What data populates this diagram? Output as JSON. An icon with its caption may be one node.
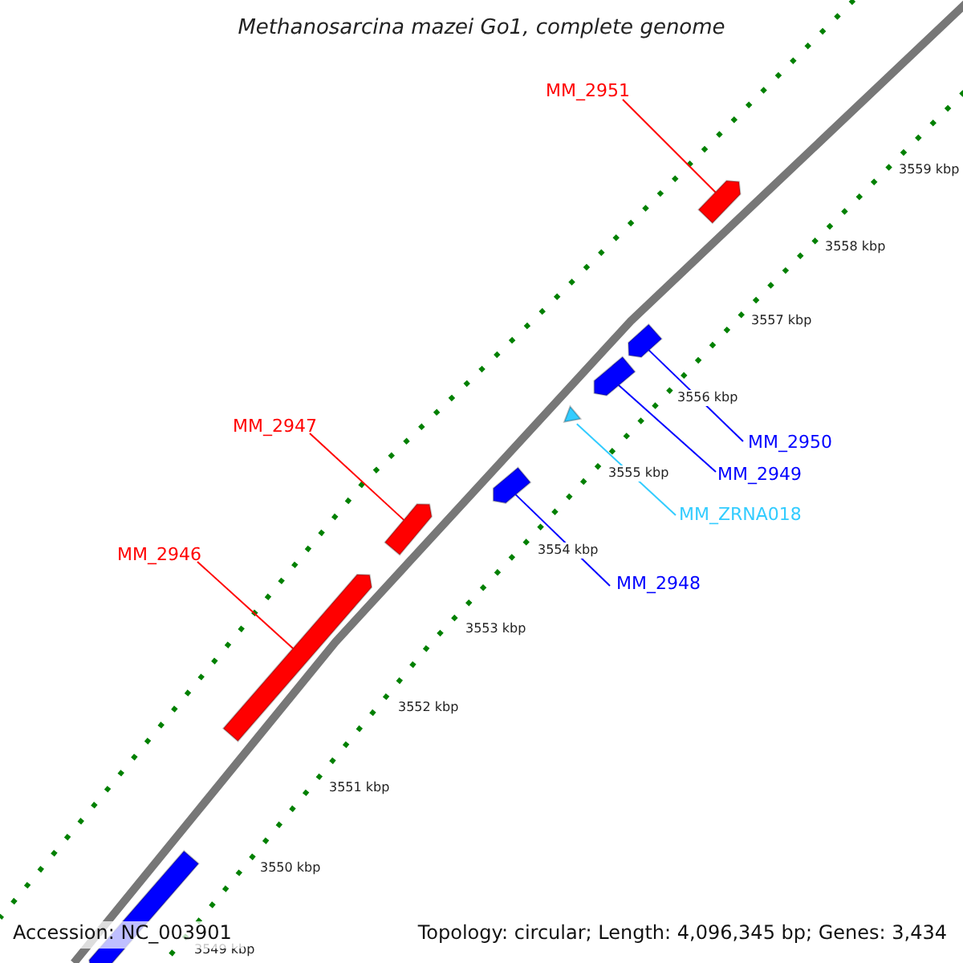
{
  "diagram": {
    "title": "Methanosarcina mazei Go1, complete genome",
    "nodes": [
      {
        "text": [
          "MM_2951"
        ]
      },
      {
        "text": [],
        "shape": "pentagon"
      },
      {
        "text": [],
        "shape": "pentagon"
      },
      {
        "text": [],
        "shape": "pentagon"
      },
      {
        "text": [
          "MM_2950"
        ]
      },
      {
        "text": [],
        "shape": "triangle"
      },
      {
        "text": [
          "MM_2947"
        ]
      },
      {
        "text": [
          "MM_2949"
        ]
      },
      {
        "text": [],
        "shape": "pentagon"
      },
      {
        "text": [
          "MM_ZRNA018"
        ]
      },
      {
        "text": [],
        "shape": "pentagon"
      },
      {
        "text": [
          "MM_2946"
        ]
      },
      {
        "text": [
          "MM_2948"
        ]
      },
      {
        "text": [],
        "shape": "pentagon"
      }
    ],
    "edges": [
      {
        "from": 0,
        "to": 1,
        "arrow": "none",
        "color": "#ff0000"
      },
      {
        "from": 4,
        "to": 2,
        "arrow": "none",
        "color": "#0000ff"
      },
      {
        "from": 7,
        "to": 3,
        "arrow": "none",
        "color": "#0000ff"
      },
      {
        "from": 9,
        "to": 5,
        "arrow": "none",
        "color": "#33ccff"
      },
      {
        "from": 6,
        "to": 10,
        "arrow": "none",
        "color": "#ff0000"
      },
      {
        "from": 12,
        "to": 8,
        "arrow": "none",
        "color": "#0000ff"
      },
      {
        "from": 11,
        "to": 13,
        "arrow": "none",
        "color": "#ff0000"
      }
    ],
    "labels": [
      "3559 kbp",
      "3558 kbp",
      "3557 kbp",
      "3556 kbp",
      "3555 kbp",
      "3554 kbp",
      "3553 kbp",
      "3552 kbp",
      "3551 kbp",
      "3550 kbp",
      "3549 kbp",
      "Accession: NC_003901",
      "Topology: circular; Length: 4,096,345 bp; Genes: 3,434"
    ]
  }
}
